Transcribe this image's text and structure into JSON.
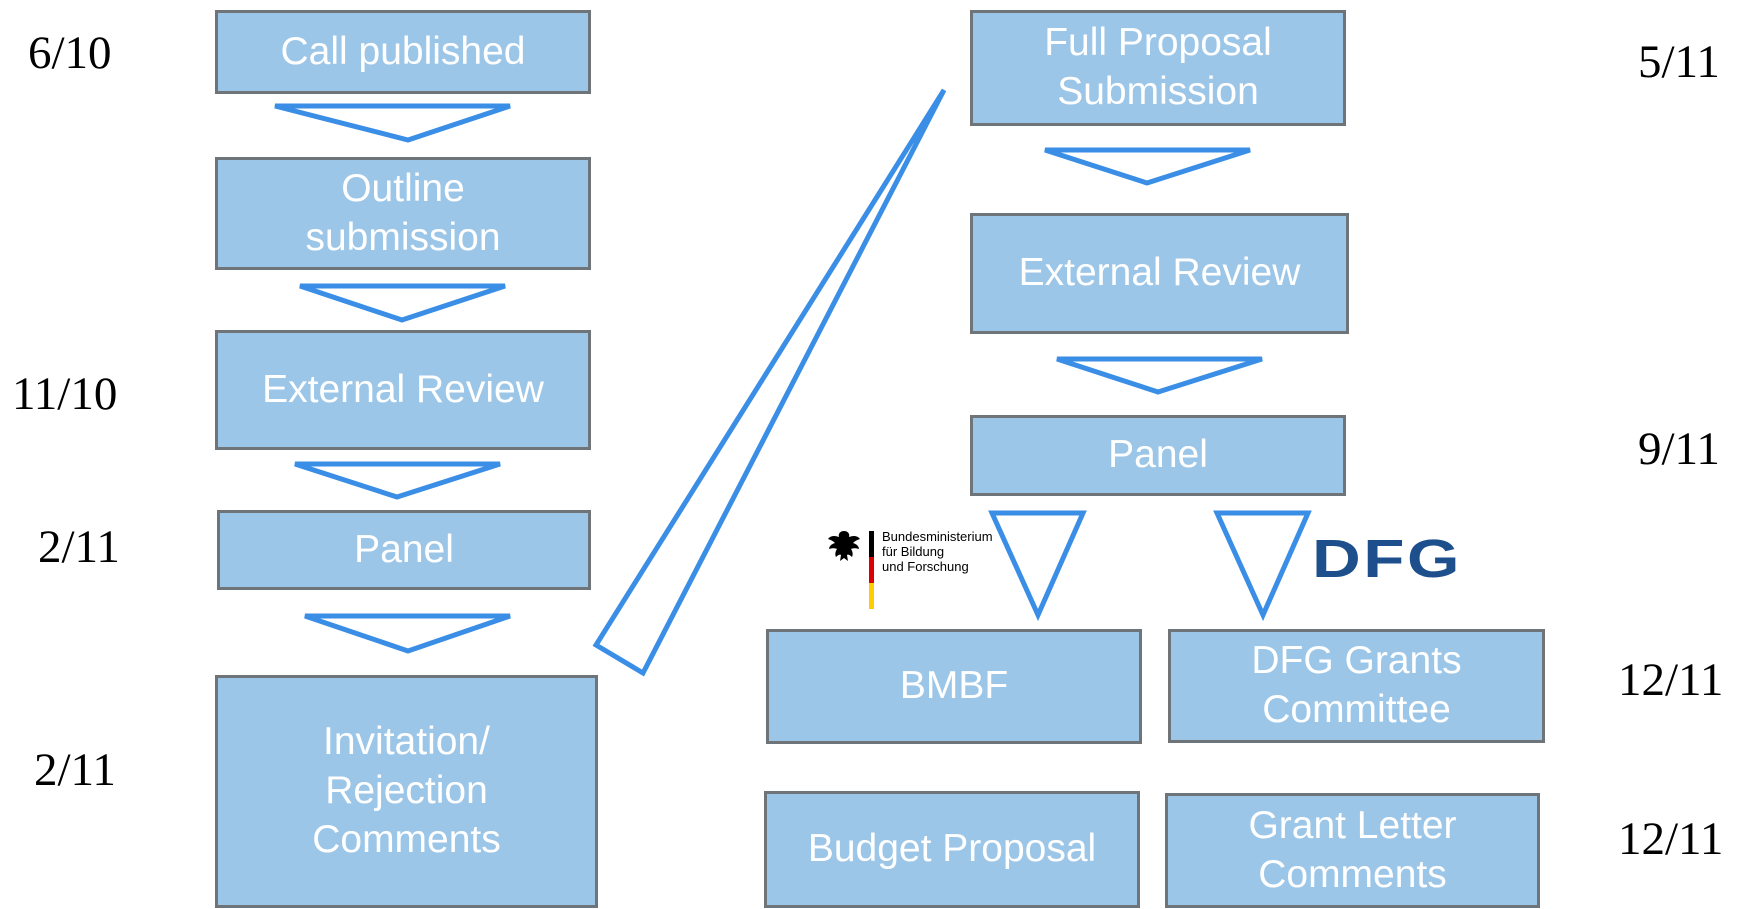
{
  "colors": {
    "box_fill": "#9cc6e8",
    "box_border": "#6f7478",
    "arrow_stroke": "#3a8ee6",
    "dfg_blue": "#1d4f8c"
  },
  "left_column": {
    "boxes": [
      "Call published",
      "Outline\nsubmission",
      "External Review",
      "Panel",
      "Invitation/\nRejection\nComments"
    ],
    "dates": [
      "6/10",
      "11/10",
      "2/11",
      "2/11"
    ]
  },
  "right_column": {
    "boxes": [
      "Full Proposal\nSubmission",
      "External Review",
      "Panel"
    ],
    "branch_boxes": [
      "BMBF",
      "DFG Grants\nCommittee"
    ],
    "final_boxes": [
      "Budget Proposal",
      "Grant Letter\nComments"
    ],
    "dates": [
      "5/11",
      "9/11",
      "12/11",
      "12/11"
    ]
  },
  "logos": {
    "bmbf": {
      "name": "bmbf-logo",
      "text": "Bundesministerium\nfür Bildung\nund Forschung",
      "flag_colors": [
        "#000000",
        "#dd0000",
        "#ffcc00"
      ]
    },
    "dfg": {
      "name": "dfg-logo",
      "text": "DFG"
    }
  }
}
